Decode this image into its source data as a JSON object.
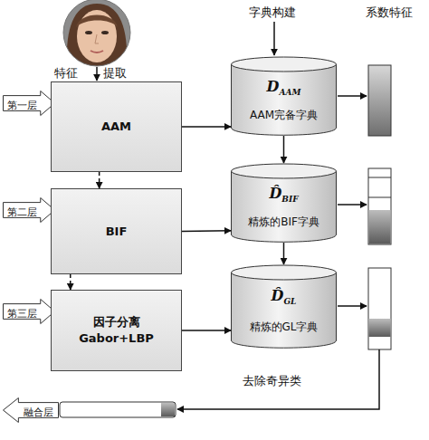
{
  "diagram": {
    "nodes": [
      {
        "text": [
          "第一层"
        ]
      },
      {
        "text": [
          "AAM"
        ]
      },
      {
        "text": [
          "D",
          "AAM",
          "AAM完备字典"
        ]
      },
      {
        "text": [
          "第二层"
        ]
      },
      {
        "text": [
          "BIF"
        ]
      },
      {
        "text": [
          "D̂",
          "BIF",
          "精炼的BIF字典"
        ]
      },
      {
        "text": [
          "第三层"
        ]
      },
      {
        "text": [
          "因子分离 Gabor+LBP"
        ]
      },
      {
        "text": [
          "D̂",
          "GL",
          "精炼的GL字典"
        ]
      },
      {
        "text": [
          "融合层"
        ]
      }
    ],
    "edges": [
      {
        "from": 1,
        "to": 2,
        "arrow": "to"
      },
      {
        "from": 4,
        "to": 5,
        "arrow": "to"
      },
      {
        "from": 7,
        "to": 8,
        "arrow": "to"
      },
      {
        "from": 2,
        "to": 5,
        "arrow": "to"
      },
      {
        "from": 5,
        "to": 8,
        "arrow": "to"
      },
      {
        "from": 1,
        "to": 4,
        "arrow": "to"
      },
      {
        "from": 4,
        "to": 7,
        "arrow": "to"
      }
    ],
    "labels": [
      "特征",
      "提取",
      "字典构建",
      "系数特征",
      "去除奇异类"
    ]
  }
}
